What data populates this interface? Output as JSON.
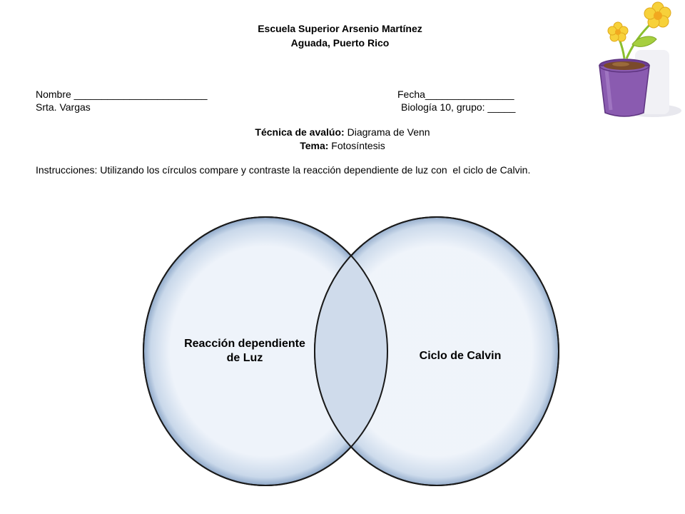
{
  "header": {
    "school": "Escuela Superior Arsenio Martínez",
    "location": "Aguada, Puerto Rico"
  },
  "student": {
    "name_label": "Nombre ________________________",
    "date_label": "Fecha________________",
    "teacher": "Srta. Vargas",
    "course": "Biología 10, grupo: _____"
  },
  "assessment": {
    "technique_label": "Técnica de avalúo:",
    "technique_value": " Diagrama de Venn",
    "topic_label": "Tema:",
    "topic_value": " Fotosíntesis"
  },
  "instructions": "Instrucciones: Utilizando los círculos compare y contraste la reacción dependiente de luz con  el ciclo de Calvin.",
  "venn": {
    "left_label_line1": "Reacción dependiente",
    "left_label_line2": "de Luz",
    "right_label": "Ciclo de Calvin",
    "fill_color": "#e6eef8",
    "overlap_color": "#d0dcec",
    "stroke_color": "#1a1a1a",
    "rim_color": "#9fb6d3"
  },
  "decoration": {
    "icon": "flower-pot-icon",
    "pot_color": "#8a5bb0",
    "petal_color": "#f7d13a",
    "leaf_color": "#a6cf3f"
  }
}
